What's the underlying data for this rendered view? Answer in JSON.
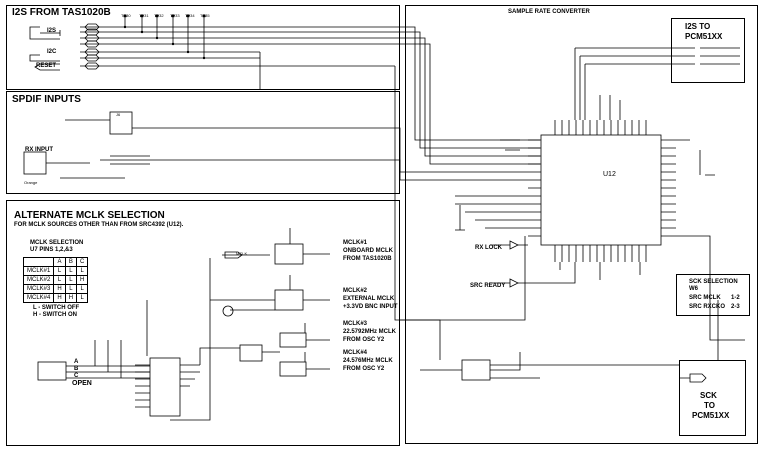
{
  "sections": {
    "i2s": {
      "title": "I2S FROM TAS1020B",
      "signals": [
        "I2S",
        "I2C",
        "RESET"
      ],
      "testpoints": [
        "TP30",
        "TP31",
        "TP32",
        "TP33",
        "TP34",
        "TP35"
      ]
    },
    "spdif": {
      "title": "SPDIF INPUTS",
      "rx_input": "RX INPUT",
      "connector_note": "Orange",
      "part": "J6"
    },
    "mclk": {
      "title": "ALTERNATE MCLK SELECTION",
      "subtitle": "FOR MCLK SOURCES OTHER THAN FROM SRC4392 (U12).",
      "table": {
        "caption_line1": "MCLK SELECTION",
        "caption_line2": "U7 PINS 1,2,&3",
        "headers": [
          "",
          "A",
          "B",
          "C"
        ],
        "rows": [
          [
            "MCLK#1",
            "L",
            "L",
            "L"
          ],
          [
            "MCLK#2",
            "L",
            "L",
            "H"
          ],
          [
            "MCLK#3",
            "H",
            "L",
            "L"
          ],
          [
            "MCLK#4",
            "H",
            "H",
            "L"
          ]
        ]
      },
      "legend_l": "L - SWITCH OFF",
      "legend_h": "H - SWITCH ON",
      "switch_open": "OPEN",
      "abc": [
        "A",
        "B",
        "C"
      ],
      "sources": [
        {
          "line1": "MCLK#1",
          "line2": "ONBOARD MCLK",
          "line3": "FROM TAS1020B"
        },
        {
          "line1": "MCLK#2",
          "line2": "EXTERNAL MCLK",
          "line3": "+3.3VD BNC INPUT"
        },
        {
          "line1": "MCLK#3",
          "line2": "22.5792MHz MCLK",
          "line3": "FROM OSC Y2"
        },
        {
          "line1": "MCLK#4",
          "line2": "24.576MHz MCLK",
          "line3": "FROM OSC Y2"
        }
      ],
      "mclk_net": "MCLK"
    },
    "src": {
      "title": "SAMPLE RATE CONVERTER",
      "chip": "U12",
      "rx_lock": "RX LOCK",
      "src_ready": "SRC READY"
    },
    "pcm_top": {
      "line1": "I2S TO",
      "line2": "PCM51XX"
    },
    "sck_sel": {
      "title": "SCK SELECTION",
      "sub": "W6",
      "rows": [
        {
          "name": "SRC MCLK",
          "pins": "1-2"
        },
        {
          "name": "SRC RXCKO",
          "pins": "2-3"
        }
      ]
    },
    "pcm_bottom": {
      "line1": "SCK",
      "line2": "TO",
      "line3": "PCM51XX"
    }
  }
}
